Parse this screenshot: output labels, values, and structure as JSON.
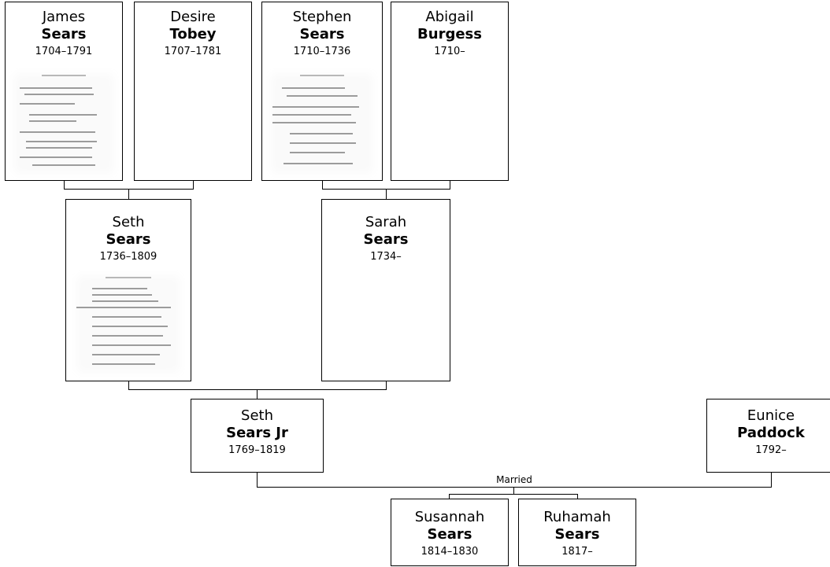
{
  "people": [
    {
      "given": "James",
      "surname": "Sears",
      "dates": "1704–1791",
      "has_document": true
    },
    {
      "given": "Desire",
      "surname": "Tobey",
      "dates": "1707–1781",
      "has_document": false
    },
    {
      "given": "Stephen",
      "surname": "Sears",
      "dates": "1710–1736",
      "has_document": true
    },
    {
      "given": "Abigail",
      "surname": "Burgess",
      "dates": "1710–",
      "has_document": false
    },
    {
      "given": "Seth",
      "surname": "Sears",
      "dates": "1736–1809",
      "has_document": true
    },
    {
      "given": "Sarah",
      "surname": "Sears",
      "dates": "1734–",
      "has_document": false
    },
    {
      "given": "Seth",
      "surname": "Sears Jr",
      "dates": "1769–1819",
      "has_document": false
    },
    {
      "given": "Eunice",
      "surname": "Paddock",
      "dates": "1792–",
      "has_document": false
    },
    {
      "given": "Susannah",
      "surname": "Sears",
      "dates": "1814–1830",
      "has_document": false
    },
    {
      "given": "Ruhamah",
      "surname": "Sears",
      "dates": "1817–",
      "has_document": false
    }
  ],
  "relationship_label": "Married"
}
